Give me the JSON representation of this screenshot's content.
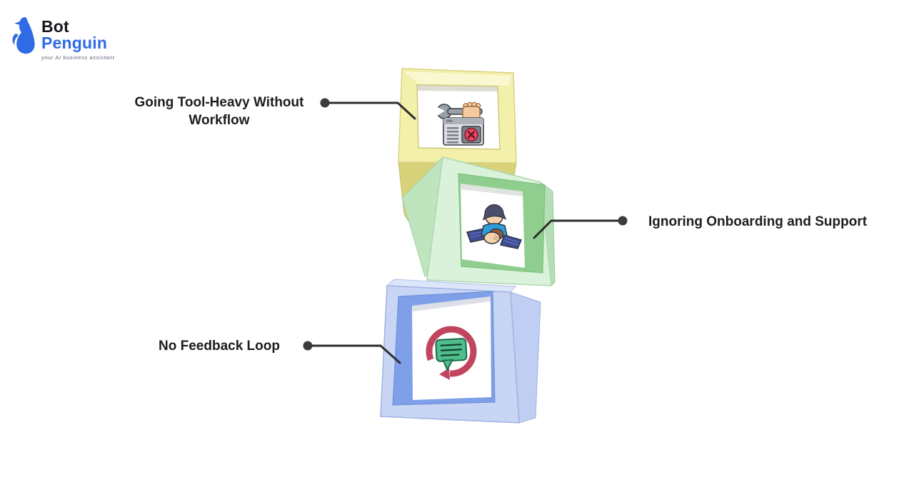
{
  "page": {
    "background": "#FFFFFF"
  },
  "logo": {
    "brand_line1": "Bot",
    "brand_line2": "Penguin",
    "tagline": "your AI business assistant",
    "brand_blue": "#2F6BE4",
    "brand_dark": "#17181C"
  },
  "diagram": {
    "connector_color": "#2E2E2E",
    "dot_color": "#3C3C3C",
    "items": [
      {
        "id": "tool-heavy",
        "label": "Going Tool-Heavy Without Workflow",
        "label_line1": "Going Tool-Heavy Without",
        "label_line2": "Workflow",
        "side": "left",
        "icon": "wrench-browser-error-icon",
        "box_color": "#F2F0AA",
        "shade_color": "#D8D27B"
      },
      {
        "id": "onboarding-support",
        "label": "Ignoring Onboarding and Support",
        "side": "right",
        "icon": "handshake-support-icon",
        "box_color": "#DAF2DA",
        "frame_color": "#8FCE8F",
        "shade_color": "#BFE5BF"
      },
      {
        "id": "no-feedback-loop",
        "label": "No Feedback Loop",
        "side": "left",
        "icon": "feedback-loop-icon",
        "box_color": "#C8D5F5",
        "frame_color": "#7FA0E8",
        "shade_color": "#BFCEF2"
      }
    ]
  }
}
